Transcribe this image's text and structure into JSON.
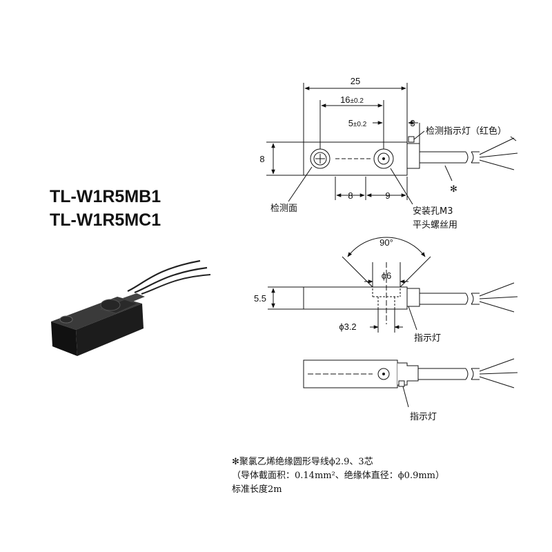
{
  "models": [
    "TL-W1R5MB1",
    "TL-W1R5MC1"
  ],
  "dimensions": {
    "length": "25",
    "pitch": "16",
    "pitch_tol": "±0.2",
    "hole_offset": "5",
    "hole_offset_tol": "±0.2",
    "rear": "3",
    "height": "8",
    "face_to_center": "8",
    "center_to_end": "9",
    "angle": "90°",
    "counterbore": "ϕ6",
    "thickness": "5.5",
    "hole_dia": "ϕ3.2"
  },
  "labels": {
    "indicator_red": "检测指示灯（红色）",
    "sensing_face": "检测面",
    "mount_hole_line1": "安装孔M3",
    "mount_hole_line2": "平头螺丝用",
    "indicator_side": "指示灯",
    "indicator_bottom": "指示灯",
    "cable_mark": "✻"
  },
  "notes": [
    "✻聚氯乙烯绝缘圆形导线ϕ2.9、3芯",
    "（导体截面积：0.14mm²、绝缘体直径：ϕ0.9mm）",
    "标准长度2m"
  ],
  "colors": {
    "line": "#111111",
    "body": "#ffffff",
    "sensor_body": "#1a1a1a"
  }
}
